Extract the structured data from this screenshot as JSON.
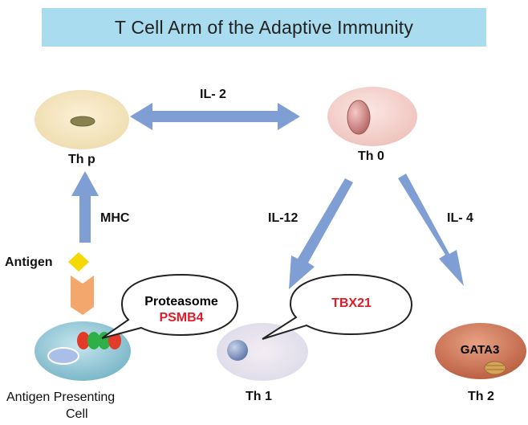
{
  "title": "T Cell Arm of the Adaptive Immunity",
  "cells": {
    "thp": "Th p",
    "th0": "Th 0",
    "th1": "Th 1",
    "th2": "Th 2",
    "apc_line1": "Antigen Presenting",
    "apc_line2": "Cell"
  },
  "arrows": {
    "il2": "IL- 2",
    "mhc": "MHC",
    "il12": "IL-12",
    "il4": "IL- 4"
  },
  "antigen": "Antigen",
  "callouts": {
    "proteasome": "Proteasome",
    "psmb4": "PSMB4",
    "tbx21": "TBX21",
    "gata3": "GATA3"
  },
  "colors": {
    "arrow": "#7f9fd4",
    "title_bg": "#a9dcee",
    "highlight_text": "#e01b2a",
    "antigen": "#f4d800",
    "chevron": "#f3a76d"
  }
}
